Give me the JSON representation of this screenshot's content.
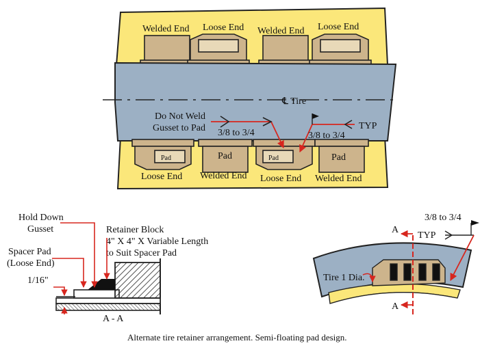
{
  "top_view": {
    "upper_labels": [
      "Welded End",
      "Loose End",
      "Welded End",
      "Loose End"
    ],
    "lower_labels": [
      "Loose End",
      "Welded End",
      "Loose End",
      "Welded End"
    ],
    "pad_labels": [
      "Pad",
      "Pad",
      "Pad",
      "Pad"
    ],
    "centerline": "℄ Tire",
    "note": [
      "Do Not Weld",
      "Gusset to Pad"
    ],
    "weld_size_1": "3/8 to 3/4",
    "weld_size_2": "3/8 to 3/4",
    "typ": "TYP"
  },
  "section_view": {
    "hold_down_gusset": [
      "Hold Down",
      "Gusset"
    ],
    "retainer_block": [
      "Retainer Block",
      "4\" X 4\" X Variable Length",
      "to Suit Spacer Pad"
    ],
    "spacer_pad": [
      "Spacer Pad",
      "(Loose End)"
    ],
    "gap": "1/16\"",
    "section_label": "A - A"
  },
  "side_view": {
    "weld_size": "3/8 to 3/4",
    "typ": "TYP",
    "section_mark": "A",
    "tire_label": "Tire 1 Dia."
  },
  "caption": "Alternate tire retainer arrangement.  Semi-floating pad design.",
  "colors": {
    "yellow": "#FBE77A",
    "tire_blue": "#9CB0C4",
    "pad_tan": "#CDB48C",
    "red": "#D7261E"
  }
}
